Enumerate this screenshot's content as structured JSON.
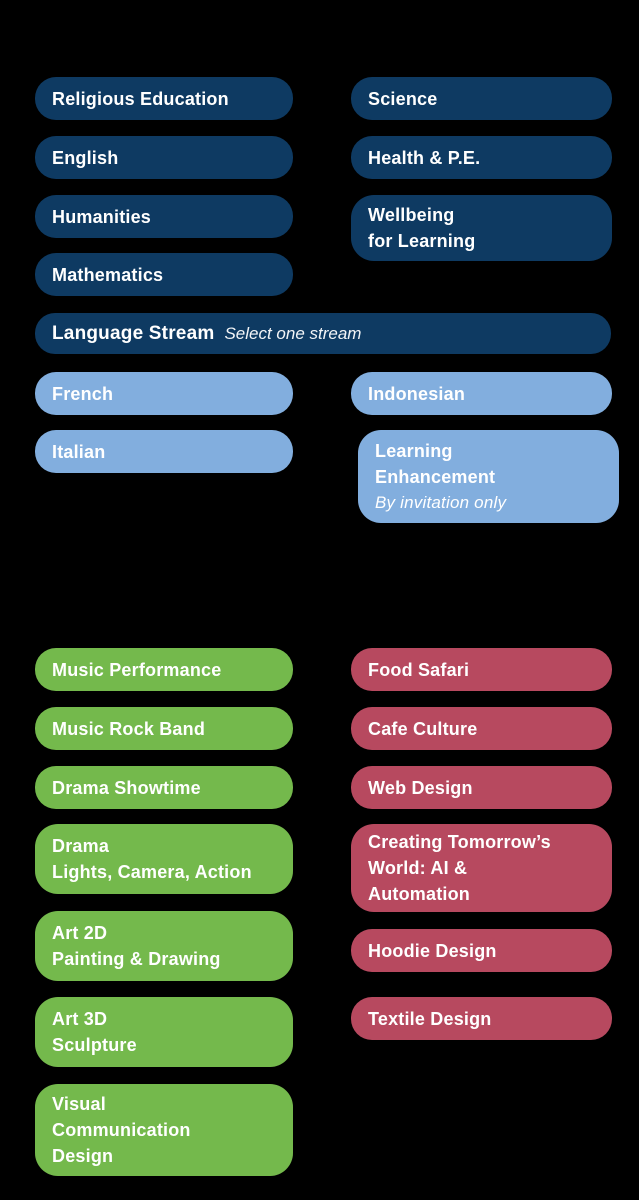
{
  "colors": {
    "background": "#000000",
    "navy": "#0e3a62",
    "light_blue": "#82aede",
    "green": "#74b94c",
    "red": "#b7495f",
    "text": "#ffffff"
  },
  "core": {
    "left": [
      "Religious Education",
      "English",
      "Humanities",
      "Mathematics"
    ],
    "right": [
      "Science",
      "Health & P.E."
    ],
    "wellbeing": {
      "line1": "Wellbeing",
      "line2": "for Learning"
    }
  },
  "language_bar": {
    "title": "Language Stream",
    "subtitle": "Select one stream"
  },
  "languages": {
    "left": [
      "French",
      "Italian"
    ],
    "right": [
      "Indonesian"
    ],
    "enhancement": {
      "line1": "Learning",
      "line2": "Enhancement",
      "note": "By invitation only"
    }
  },
  "arts": {
    "single": [
      "Music Performance",
      "Music Rock Band",
      "Drama Showtime"
    ],
    "drama2": {
      "line1": "Drama",
      "line2": "Lights, Camera, Action"
    },
    "art2d": {
      "line1": "Art 2D",
      "line2": "Painting & Drawing"
    },
    "art3d": {
      "line1": "Art 3D",
      "line2": "Sculpture"
    },
    "viscom": {
      "line1": "Visual",
      "line2": "Communication",
      "line3": "Design"
    }
  },
  "tech": {
    "single": [
      "Food Safari",
      "Cafe Culture",
      "Web Design"
    ],
    "ctw": {
      "line1": "Creating Tomorrow’s",
      "line2": "World: AI &",
      "line3": "Automation"
    },
    "more": [
      "Hoodie Design",
      "Textile Design"
    ]
  }
}
